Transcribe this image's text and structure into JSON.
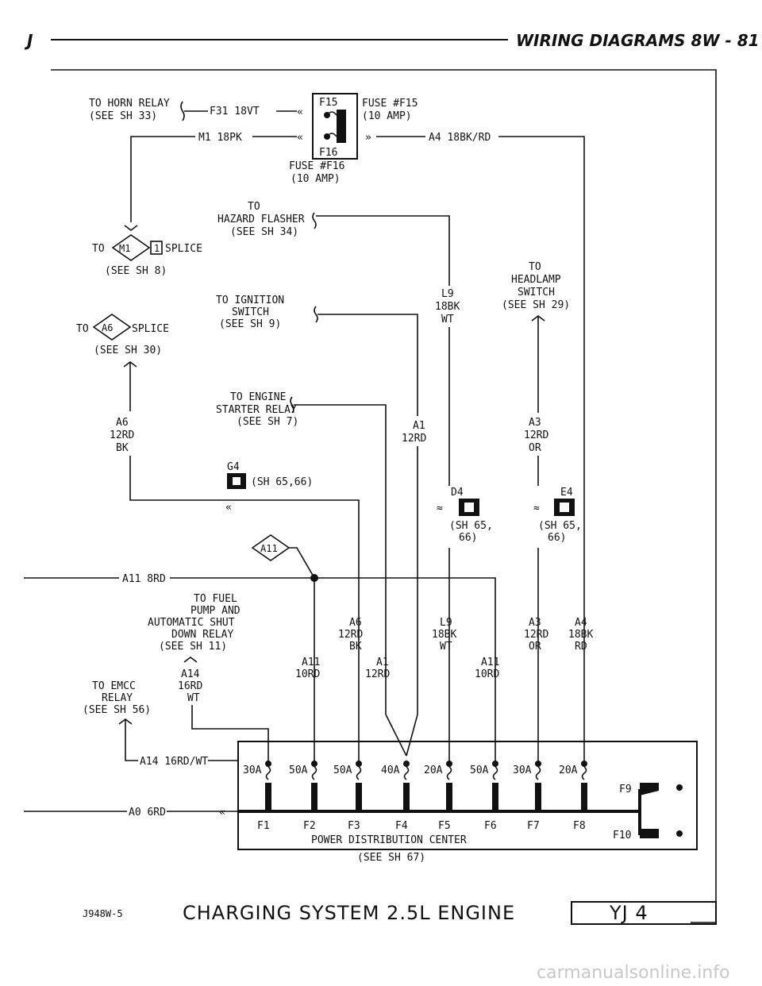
{
  "header": {
    "left": "J",
    "right": "WIRING DIAGRAMS    8W - 81"
  },
  "fuses": {
    "f15": {
      "box": "F15",
      "name": "FUSE #F15",
      "rating": "(10 AMP)"
    },
    "f16": {
      "box": "F16",
      "name": "FUSE #F16",
      "rating": "(10 AMP)"
    }
  },
  "wires": {
    "f31": "F31 18VT",
    "m1": "M1 18PK",
    "a4_top": "A4 18BK/RD",
    "a11": "A11 8RD",
    "a14": "A14 16RD/WT",
    "a0": "A0 6RD"
  },
  "refs": {
    "horn": [
      "TO HORN RELAY",
      "(SEE SH 33)"
    ],
    "hazard": [
      "TO",
      "HAZARD FLASHER",
      "(SEE SH 34)"
    ],
    "m1_splice": {
      "to": "TO",
      "code": "M1",
      "num": "1",
      "word": "SPLICE",
      "sheet": "(SEE SH 8)"
    },
    "a6_splice": {
      "to": "TO",
      "code": "A6",
      "word": "SPLICE",
      "sheet": "(SEE SH 30)"
    },
    "headlamp": [
      "TO",
      "HEADLAMP",
      "SWITCH",
      "(SEE SH 29)"
    ],
    "ignition": [
      "TO IGNITION",
      "SWITCH",
      "(SEE SH 9)"
    ],
    "starter": [
      "TO ENGINE",
      "STARTER RELAY",
      "(SEE SH 7)"
    ],
    "fuel": [
      "TO FUEL",
      "PUMP AND",
      "AUTOMATIC SHUT",
      "DOWN RELAY",
      "(SEE SH 11)"
    ],
    "emcc": [
      "TO EMCC",
      "RELAY",
      "(SEE SH 56)"
    ]
  },
  "wire_tags": {
    "a6_left": [
      "A6",
      "12RD",
      "BK"
    ],
    "l9_top": [
      "L9",
      "18BK",
      "WT"
    ],
    "a1_top": [
      "A1",
      "12RD"
    ],
    "a3_top": [
      "A3",
      "12RD",
      "OR"
    ],
    "a6_low": [
      "A6",
      "12RD",
      "BK"
    ],
    "l9_low": [
      "L9",
      "18BK",
      "WT"
    ],
    "a3_low": [
      "A3",
      "12RD",
      "OR"
    ],
    "a4_low": [
      "A4",
      "18BK",
      "RD"
    ],
    "a11_l": [
      "A11",
      "10RD"
    ],
    "a1_low": [
      "A1",
      "12RD"
    ],
    "a11_r": [
      "A11",
      "10RD"
    ],
    "a14_tag": [
      "A14",
      "16RD",
      "WT"
    ]
  },
  "connectors": {
    "g4": {
      "name": "G4",
      "sheet": "(SH 65,66)"
    },
    "d4": {
      "name": "D4",
      "sheet": [
        "(SH 65,",
        "66)"
      ]
    },
    "e4": {
      "name": "E4",
      "sheet": [
        "(SH 65,",
        "66)"
      ]
    },
    "a11_diamond": "A11"
  },
  "pdc": {
    "ratings": [
      "30A",
      "50A",
      "50A",
      "40A",
      "20A",
      "50A",
      "30A",
      "20A"
    ],
    "fuses": [
      "F1",
      "F2",
      "F3",
      "F4",
      "F5",
      "F6",
      "F7",
      "F8"
    ],
    "f9": "F9",
    "f10": "F10",
    "title": "POWER DISTRIBUTION CENTER",
    "sheet": "(SEE SH 67)"
  },
  "footer": {
    "code": "J948W-5",
    "title": "CHARGING SYSTEM 2.5L ENGINE",
    "model": "YJ  4"
  },
  "watermark": "carmanualsonline.info"
}
